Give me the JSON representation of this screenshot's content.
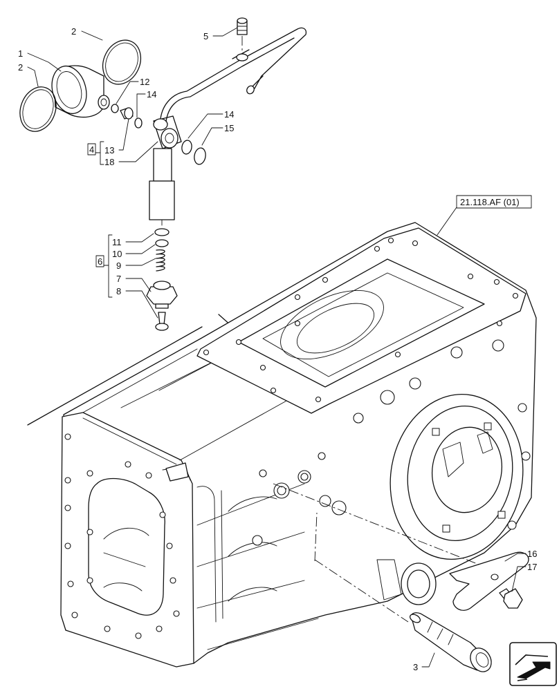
{
  "diagram": {
    "reference_label": "21.118.AF (01)",
    "callouts": [
      {
        "id": "c1",
        "text": "1"
      },
      {
        "id": "c2a",
        "text": "2"
      },
      {
        "id": "c2b",
        "text": "2"
      },
      {
        "id": "c3",
        "text": "3"
      },
      {
        "id": "c4",
        "text": "4"
      },
      {
        "id": "c5",
        "text": "5"
      },
      {
        "id": "c6",
        "text": "6"
      },
      {
        "id": "c7",
        "text": "7"
      },
      {
        "id": "c8",
        "text": "8"
      },
      {
        "id": "c9",
        "text": "9"
      },
      {
        "id": "c10",
        "text": "10"
      },
      {
        "id": "c11",
        "text": "11"
      },
      {
        "id": "c12",
        "text": "12"
      },
      {
        "id": "c13",
        "text": "13"
      },
      {
        "id": "c14a",
        "text": "14"
      },
      {
        "id": "c14b",
        "text": "14"
      },
      {
        "id": "c15",
        "text": "15"
      },
      {
        "id": "c16",
        "text": "16"
      },
      {
        "id": "c17",
        "text": "17"
      },
      {
        "id": "c18",
        "text": "18"
      }
    ],
    "nav_icon": "arrow-back-icon"
  }
}
